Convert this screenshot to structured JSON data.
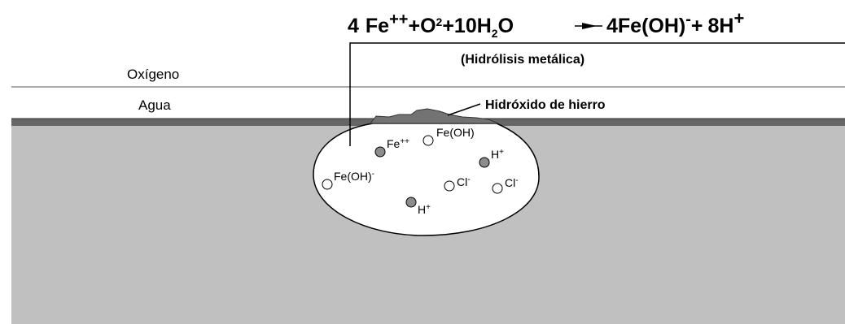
{
  "equation": {
    "coef_fe": "4",
    "fe": "Fe",
    "fe_charge": "++",
    "plus1": "+",
    "o": "O",
    "o_sup": "2",
    "plus2": "+",
    "water_coef": "10",
    "water_h": "H",
    "water_sub": "2",
    "water_o": "O",
    "product1_coef": "4",
    "product1": "Fe(OH)",
    "product1_charge": "-",
    "plus3": "+",
    "product2_coef": "8",
    "product2": "H",
    "product2_charge": "+"
  },
  "labels": {
    "process": "(Hidrólisis metálica)",
    "oxygen": "Oxígeno",
    "water": "Agua",
    "hydroxide": "Hidróxido de hierro"
  },
  "ions": [
    {
      "id": "fe2",
      "text": "Fe",
      "sup": "++",
      "filled": true
    },
    {
      "id": "feoh-top",
      "text": "Fe(OH)",
      "sup": "",
      "filled": false
    },
    {
      "id": "h-right",
      "text": "H",
      "sup": "+",
      "filled": true
    },
    {
      "id": "feoh-left",
      "text": "Fe(OH)",
      "sup": "-",
      "filled": false
    },
    {
      "id": "cl-mid",
      "text": "Cl",
      "sup": "-",
      "filled": false
    },
    {
      "id": "cl-right",
      "text": "Cl",
      "sup": "-",
      "filled": false
    },
    {
      "id": "h-bottom",
      "text": "H",
      "sup": "+",
      "filled": true
    }
  ],
  "colors": {
    "metal": "#c0c0c0",
    "metal_surface": "#666666",
    "pit": "#ffffff",
    "ion_filled": "#8c8c8c",
    "ion_empty": "#ffffff",
    "outline": "#000000",
    "deposit": "#737373"
  }
}
